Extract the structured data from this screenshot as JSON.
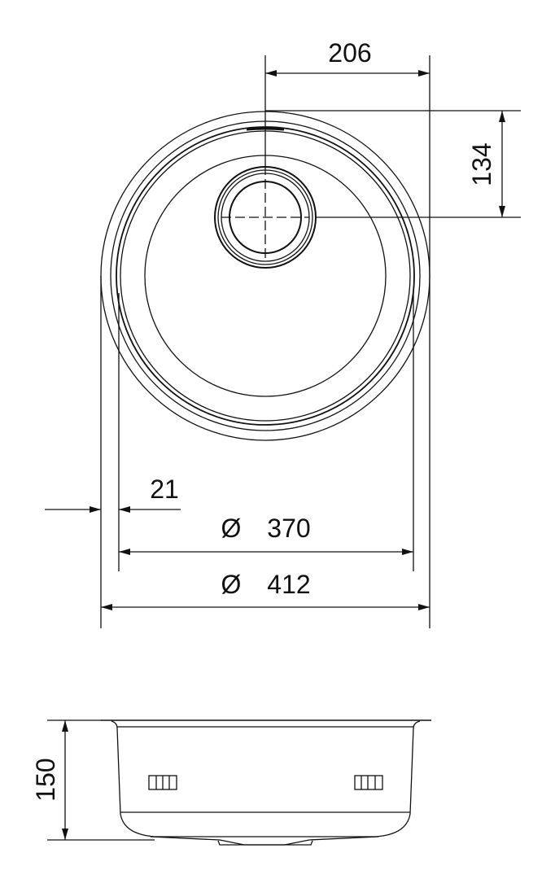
{
  "dimensions": {
    "drain_offset_x": "206",
    "drain_offset_y": "134",
    "rim_width": "21",
    "bowl_diameter_symbol": "Ø",
    "bowl_diameter": "370",
    "overall_diameter_symbol": "Ø",
    "overall_diameter": "412",
    "depth": "150"
  },
  "colors": {
    "line": "#111111",
    "background": "#ffffff"
  }
}
